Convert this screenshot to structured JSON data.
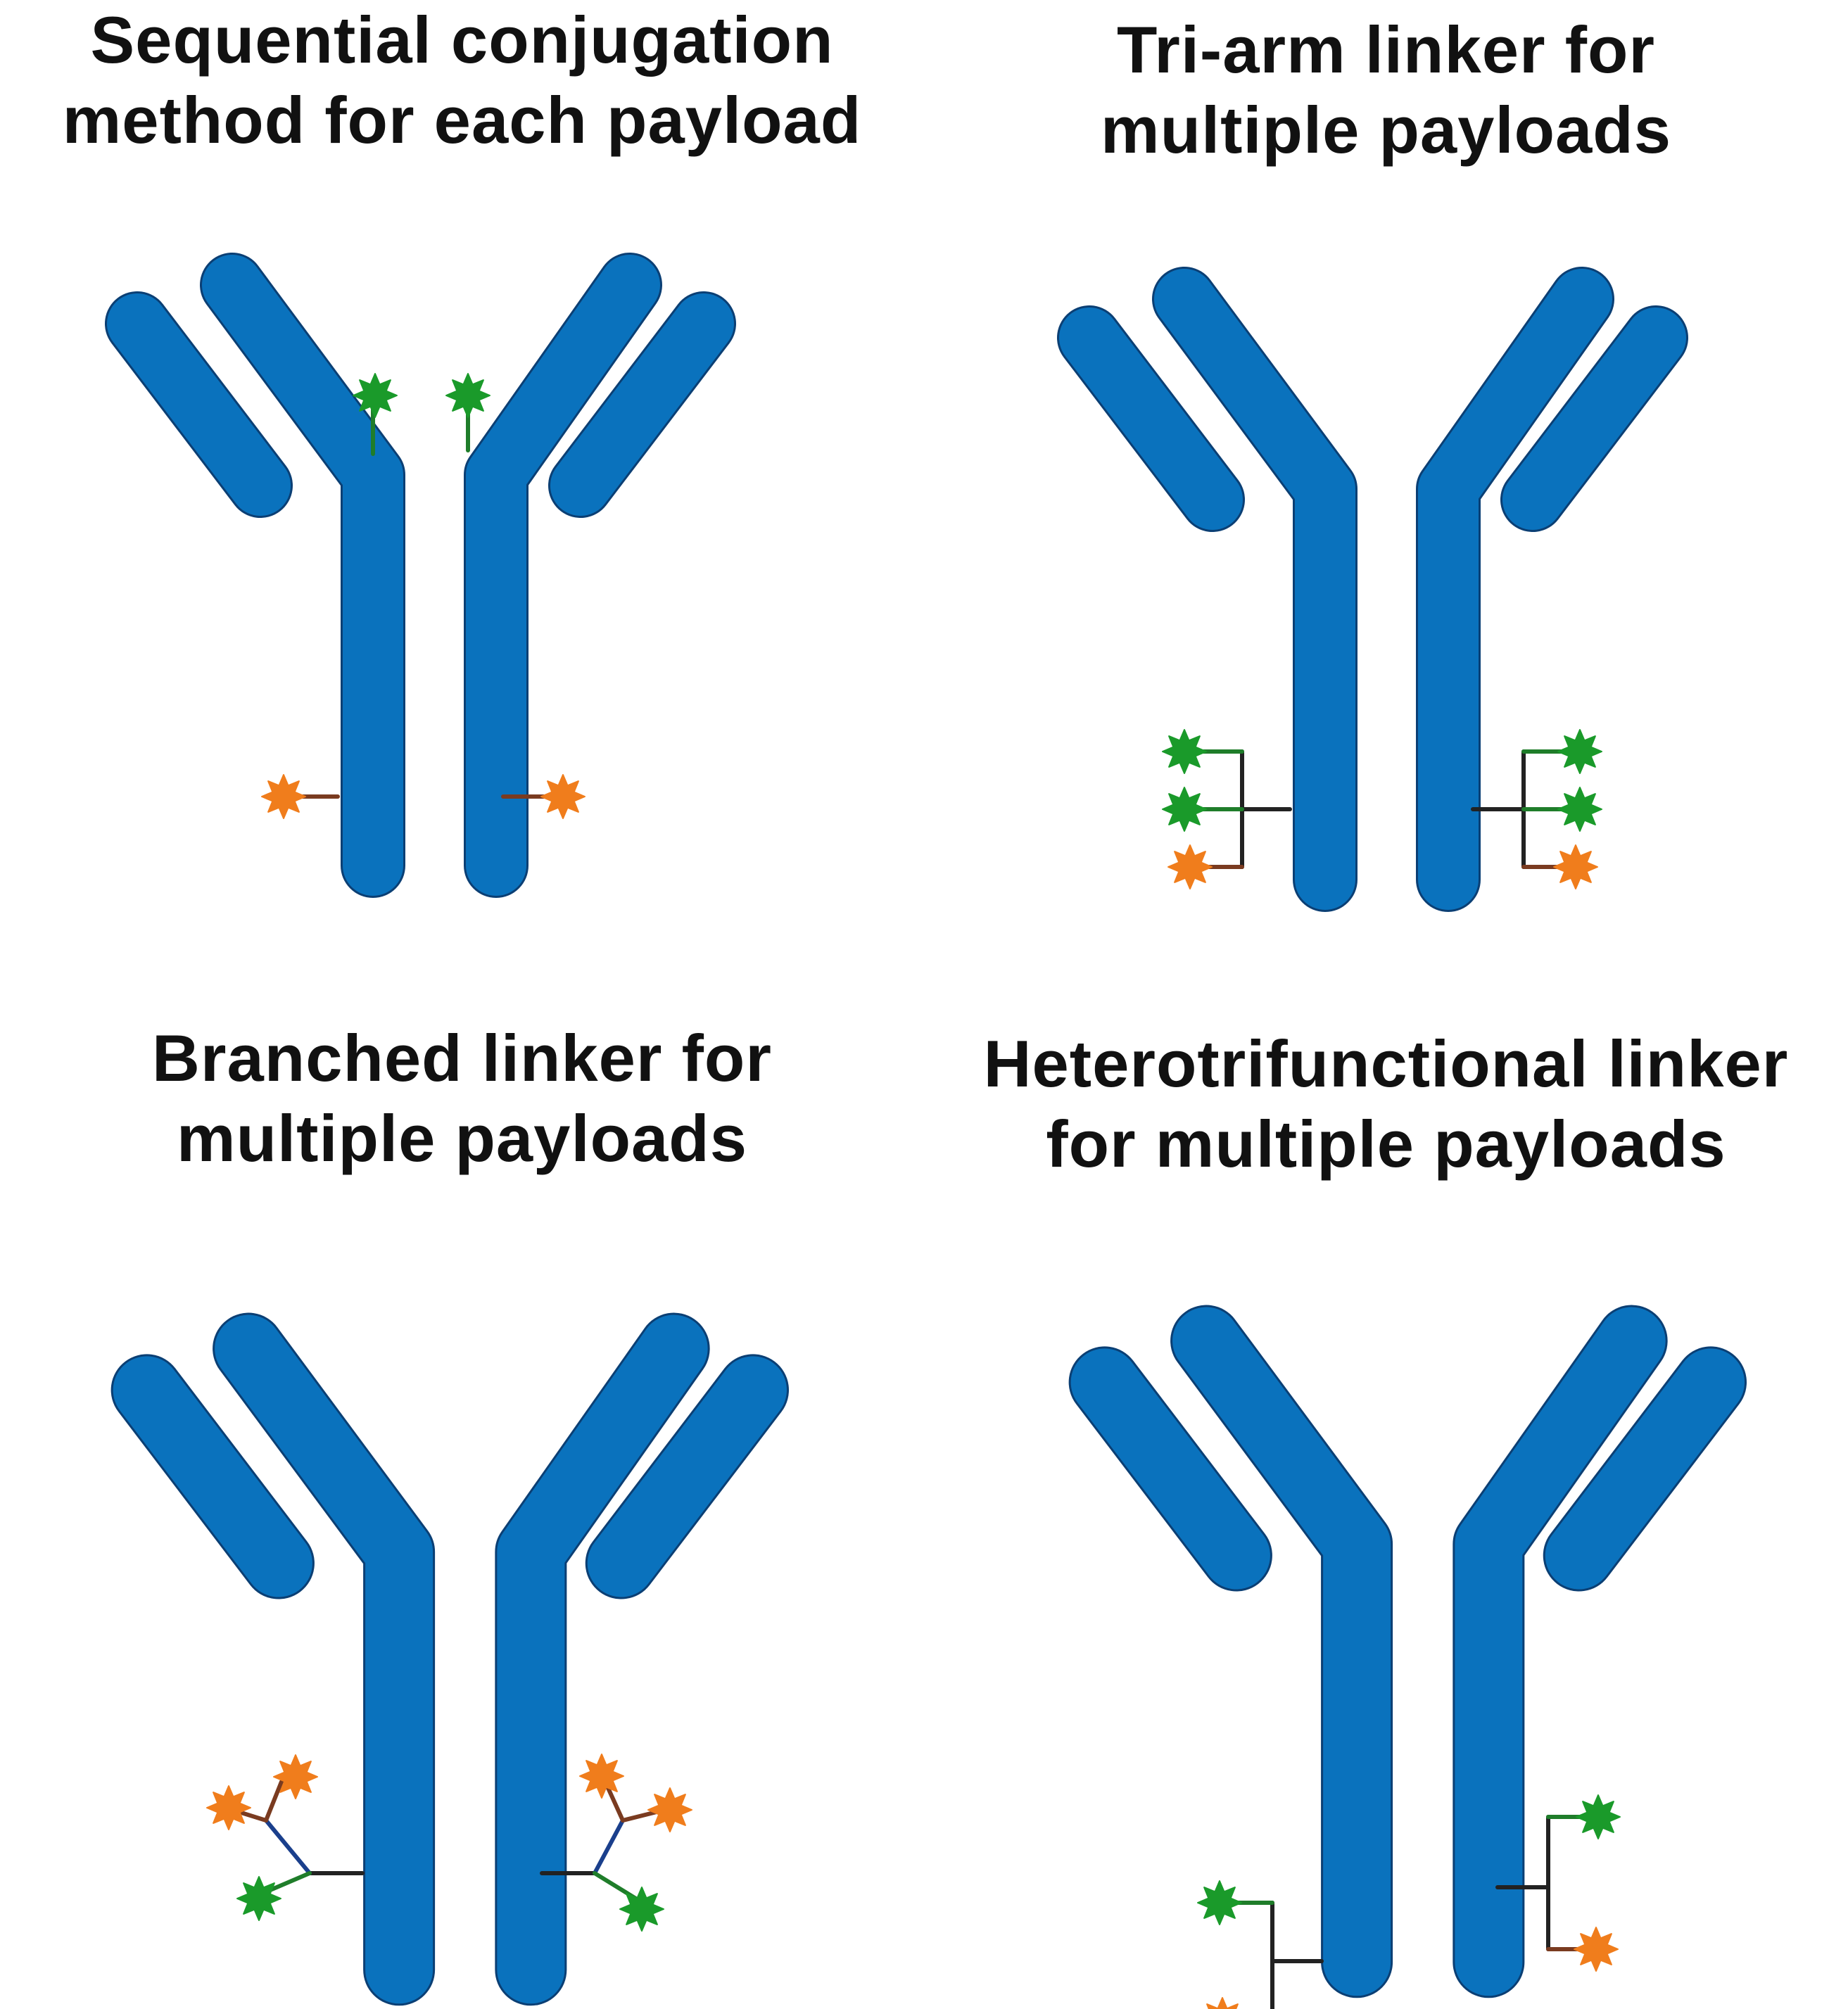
{
  "panels": {
    "sequential": {
      "title_line1": "Sequential conjugation",
      "title_line2": "method for each payload"
    },
    "tri_arm": {
      "title_line1": "Tri-arm linker for",
      "title_line2": "multiple payloads"
    },
    "branched": {
      "title_line1": "Branched linker for",
      "title_line2": "multiple payloads"
    },
    "heterotrifunctional": {
      "title_line1": "Heterotrifunctional linker",
      "title_line2": "for multiple payloads"
    }
  },
  "colors": {
    "antibody": "#0a72bd",
    "antibody_outline": "#0b3f74",
    "payload_green": "#1a9a2a",
    "payload_orange": "#f07d1c",
    "linker_green": "#1f7d2a",
    "linker_brown": "#7a3b20",
    "linker_black": "#222222",
    "linker_blue": "#1a3f8c"
  },
  "icons": {
    "antibody": "antibody-icon",
    "payload_green": "green-star-payload-icon",
    "payload_orange": "orange-star-payload-icon"
  }
}
